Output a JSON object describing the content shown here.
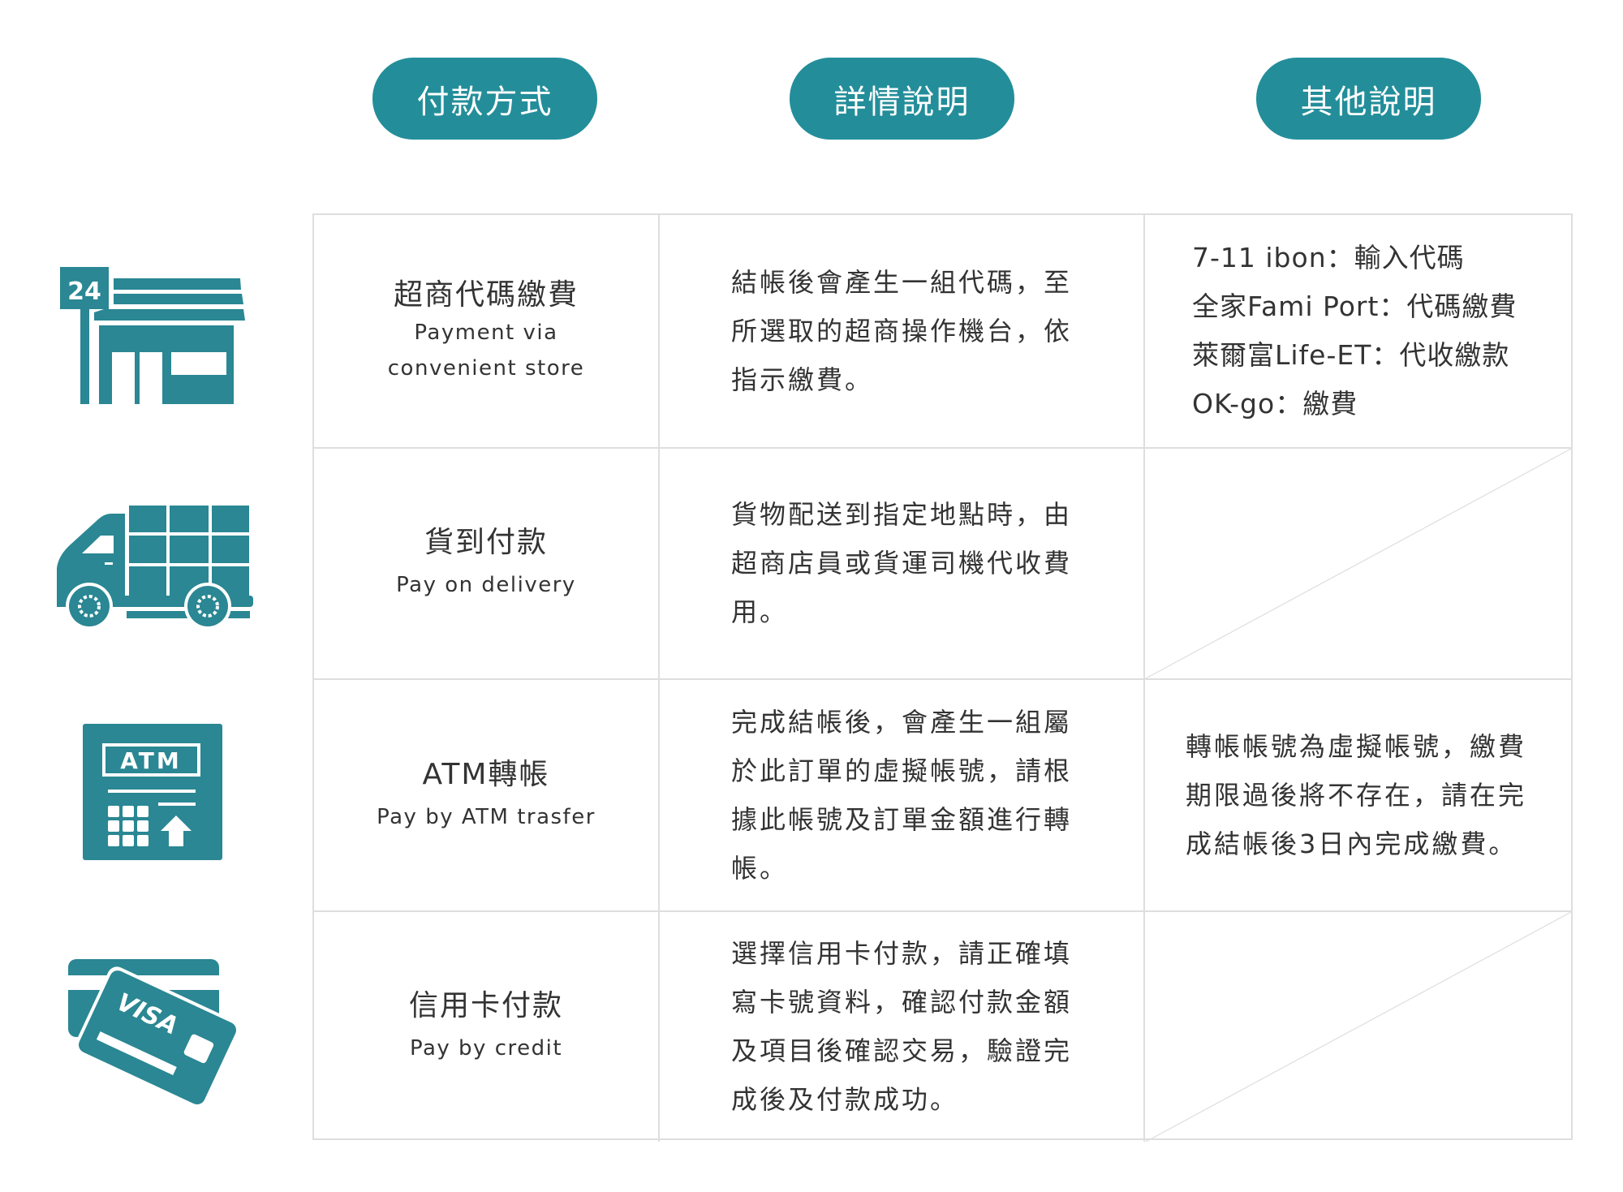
{
  "header": {
    "payment_method": "付款方式",
    "details": "詳情說明",
    "other_notes": "其他說明"
  },
  "colors": {
    "accent": "#238e9a",
    "icon": "#2a8793",
    "border": "#dedede",
    "text": "#333333"
  },
  "rows": [
    {
      "icon": "convenience-store-icon",
      "icon_label": "24",
      "title": "超商代碼繳費",
      "subtitle_lines": [
        "Payment via",
        "convenient store"
      ],
      "details_lines": [
        "結帳後會產生一組代碼，至",
        "所選取的超商操作機台，依",
        "指示繳費。"
      ],
      "other_lines": [
        "7-11 ibon：輸入代碼",
        "全家Fami Port：代碼繳費",
        "萊爾富Life-ET：代收繳款",
        "OK-go：繳費"
      ]
    },
    {
      "icon": "delivery-truck-icon",
      "title": "貨到付款",
      "subtitle_lines": [
        "Pay on delivery"
      ],
      "details_lines": [
        "貨物配送到指定地點時，由",
        "超商店員或貨運司機代收費",
        "用。"
      ],
      "other_lines": []
    },
    {
      "icon": "atm-icon",
      "icon_label": "ATM",
      "title": "ATM轉帳",
      "subtitle_lines": [
        "Pay by ATM trasfer"
      ],
      "details_lines": [
        "完成結帳後，會產生一組屬",
        "於此訂單的虛擬帳號，請根",
        "據此帳號及訂單金額進行轉",
        "帳。"
      ],
      "other_lines": [
        "轉帳帳號為虛擬帳號，繳費",
        "期限過後將不存在，請在完",
        "成結帳後3日內完成繳費。"
      ]
    },
    {
      "icon": "credit-card-icon",
      "icon_label": "VISA",
      "title": "信用卡付款",
      "subtitle_lines": [
        "Pay by credit"
      ],
      "details_lines": [
        "選擇信用卡付款，請正確填",
        "寫卡號資料，確認付款金額",
        "及項目後確認交易，驗證完",
        "成後及付款成功。"
      ],
      "other_lines": []
    }
  ]
}
